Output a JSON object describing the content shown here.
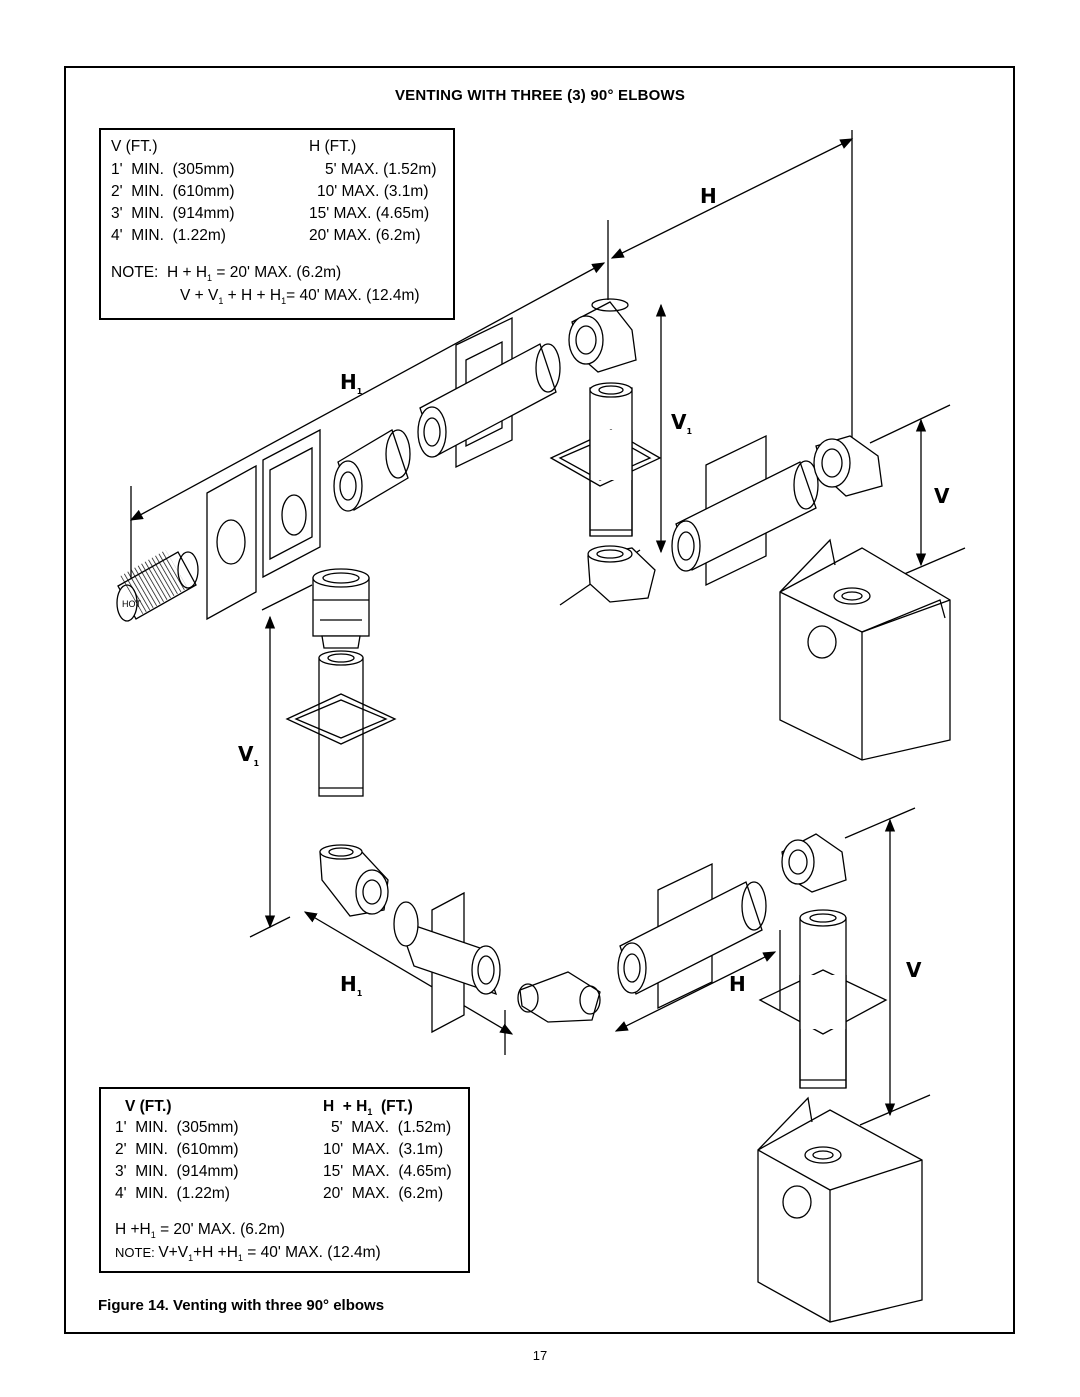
{
  "title": "VENTING WITH THREE (3) 90° ELBOWS",
  "top_table": {
    "col1_header": "V (FT.)",
    "col2_header": "H (FT.)",
    "rows": [
      {
        "v": "1'  MIN.  (305mm)",
        "h": "5' MAX. (1.52m)"
      },
      {
        "v": "2'  MIN.  (610mm)",
        "h": "10' MAX. (3.1m)"
      },
      {
        "v": "3'  MIN.  (914mm)",
        "h": "15' MAX. (4.65m)"
      },
      {
        "v": "4'  MIN.  (1.22m)",
        "h": "20' MAX. (6.2m)"
      }
    ],
    "note_line1_a": "NOTE:  H + H",
    "note_line1_sub": "1",
    "note_line1_b": " = 20' MAX. (6.2m)",
    "note_line2_a": "V + V",
    "note_line2_sub1": "1",
    "note_line2_b": " + H + H",
    "note_line2_sub2": "1",
    "note_line2_c": "= 40' MAX. (12.4m)"
  },
  "bottom_table": {
    "col1_header": "V (FT.)",
    "col2_header_a": "H  + H",
    "col2_header_sub": "1",
    "col2_header_b": "  (FT.)",
    "rows": [
      {
        "v": "1'  MIN.  (305mm)",
        "h": "5'  MAX.  (1.52m)"
      },
      {
        "v": "2'  MIN.  (610mm)",
        "h": "10'  MAX.  (3.1m)"
      },
      {
        "v": "3'  MIN.  (914mm)",
        "h": "15'  MAX.  (4.65m)"
      },
      {
        "v": "4'  MIN.  (1.22m)",
        "h": "20'  MAX.  (6.2m)"
      }
    ],
    "note1_a": "H +H",
    "note1_sub": "1",
    "note1_b": " = 20' MAX. (6.2m)",
    "note2_prefix": "NOTE: ",
    "note2_a": "V+V",
    "note2_sub1": "1",
    "note2_b": "+H +H",
    "note2_sub2": "1",
    "note2_c": " = 40' MAX. (12.4m)"
  },
  "labels": {
    "H": "H",
    "H1": "H",
    "V": "V",
    "V1": "V",
    "sub": "1"
  },
  "terminal_text": "HOT",
  "caption": "Figure 14.  Venting with three 90° elbows",
  "page_number": "17"
}
